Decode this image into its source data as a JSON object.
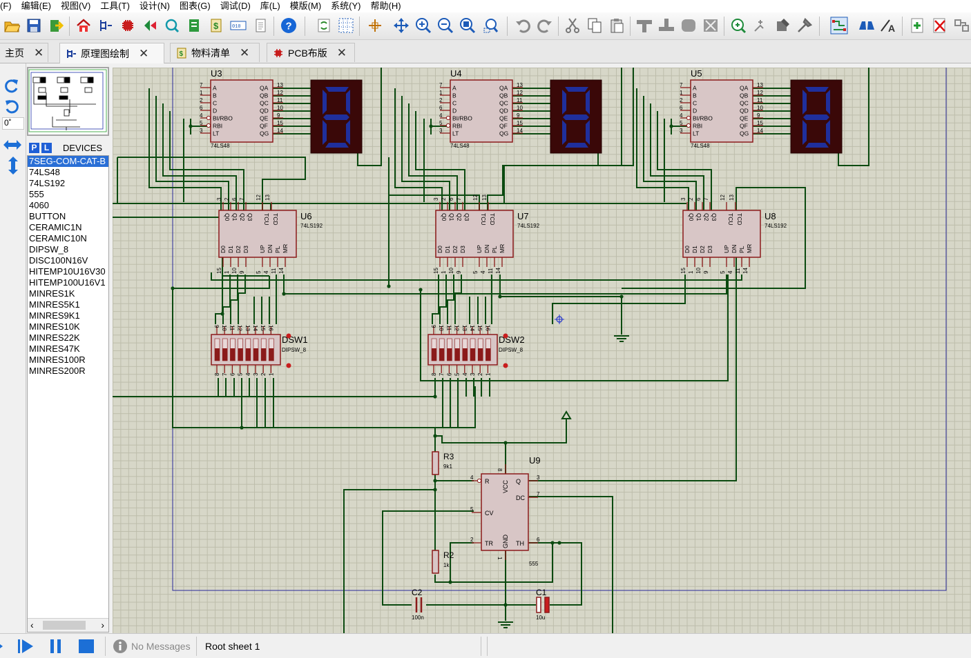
{
  "menu": [
    "(F)",
    "编辑(E)",
    "视图(V)",
    "工具(T)",
    "设计(N)",
    "图表(G)",
    "调试(D)",
    "库(L)",
    "模版(M)",
    "系统(Y)",
    "帮助(H)"
  ],
  "tabs": [
    {
      "label": "主页",
      "icon": "home-icon"
    },
    {
      "label": "原理图绘制",
      "icon": "schematic-icon"
    },
    {
      "label": "物料清单",
      "icon": "dollar-icon"
    },
    {
      "label": "PCB布版",
      "icon": "chip-icon"
    }
  ],
  "rotation": "0˚",
  "device_panel": {
    "p_label": "P",
    "l_label": "L",
    "title": "DEVICES",
    "items": [
      "7SEG-COM-CAT-B",
      "74LS48",
      "74LS192",
      "555",
      "4060",
      "BUTTON",
      "CERAMIC1N",
      "CERAMIC10N",
      "DIPSW_8",
      "DISC100N16V",
      "HITEMP10U16V30",
      "HITEMP100U16V1",
      "MINRES1K",
      "MINRES5K1",
      "MINRES9K1",
      "MINRES10K",
      "MINRES22K",
      "MINRES47K",
      "MINRES100R",
      "MINRES200R"
    ],
    "selected_index": 0
  },
  "status": {
    "messages": "No Messages",
    "sheet": "Root sheet 1"
  },
  "colors": {
    "wire": "#0b4a10",
    "chip_border": "#8b1a1a",
    "chip_fill": "#d8c6c6",
    "seg_bg": "#3a0808",
    "seg_on": "#1f2f9c",
    "selection": "#2a6fd6"
  },
  "schematic": {
    "decoders": [
      {
        "ref": "U3",
        "type": "74LS48",
        "inputs": [
          "A",
          "B",
          "C",
          "D",
          "BI/RBO",
          "RBI",
          "LT"
        ],
        "in_pins": [
          "7",
          "1",
          "2",
          "6",
          "4",
          "5",
          "3"
        ],
        "outputs": [
          "QA",
          "QB",
          "QC",
          "QD",
          "QE",
          "QF",
          "QG"
        ],
        "out_pins": [
          "13",
          "12",
          "11",
          "10",
          "9",
          "15",
          "14"
        ]
      },
      {
        "ref": "U4",
        "type": "74LS48",
        "inputs": [
          "A",
          "B",
          "C",
          "D",
          "BI/RBO",
          "RBI",
          "LT"
        ],
        "in_pins": [
          "7",
          "1",
          "2",
          "6",
          "4",
          "5",
          "3"
        ],
        "outputs": [
          "QA",
          "QB",
          "QC",
          "QD",
          "QE",
          "QF",
          "QG"
        ],
        "out_pins": [
          "13",
          "12",
          "11",
          "10",
          "9",
          "15",
          "14"
        ]
      },
      {
        "ref": "U5",
        "type": "74LS48",
        "inputs": [
          "A",
          "B",
          "C",
          "D",
          "BI/RBO",
          "RBI",
          "LT"
        ],
        "in_pins": [
          "7",
          "1",
          "2",
          "6",
          "4",
          "5",
          "3"
        ],
        "outputs": [
          "QA",
          "QB",
          "QC",
          "QD",
          "QE",
          "QF",
          "QG"
        ],
        "out_pins": [
          "13",
          "12",
          "11",
          "10",
          "9",
          "15",
          "14"
        ]
      }
    ],
    "counters": [
      {
        "ref": "U6",
        "type": "74LS192",
        "top_labels": [
          "Q0",
          "Q1",
          "Q2",
          "Q3",
          "TCU",
          "TCD"
        ],
        "top_pins": [
          "3",
          "2",
          "6",
          "7",
          "12",
          "13"
        ],
        "bottom_labels": [
          "D0",
          "D1",
          "D2",
          "D3",
          "UP",
          "DN",
          "PL",
          "MR"
        ],
        "bottom_pins": [
          "15",
          "1",
          "10",
          "9",
          "5",
          "4",
          "11",
          "14"
        ]
      },
      {
        "ref": "U7",
        "type": "74LS192",
        "top_labels": [
          "Q0",
          "Q1",
          "Q2",
          "Q3",
          "TCU",
          "TCD"
        ],
        "top_pins": [
          "3",
          "2",
          "6",
          "7",
          "12",
          "13"
        ],
        "bottom_labels": [
          "D0",
          "D1",
          "D2",
          "D3",
          "UP",
          "DN",
          "PL",
          "MR"
        ],
        "bottom_pins": [
          "15",
          "1",
          "10",
          "9",
          "5",
          "4",
          "11",
          "14"
        ]
      },
      {
        "ref": "U8",
        "type": "74LS192",
        "top_labels": [
          "Q0",
          "Q1",
          "Q2",
          "Q3",
          "TCU",
          "TCD"
        ],
        "top_pins": [
          "3",
          "2",
          "6",
          "7",
          "12",
          "13"
        ],
        "bottom_labels": [
          "D0",
          "D1",
          "D2",
          "D3",
          "UP",
          "DN",
          "PL",
          "MR"
        ],
        "bottom_pins": [
          "15",
          "1",
          "10",
          "9",
          "5",
          "4",
          "11",
          "14"
        ]
      }
    ],
    "dipswitches": [
      {
        "ref": "DSW1",
        "type": "DIPSW_8",
        "top_pins": [
          "9",
          "10",
          "11",
          "12",
          "13",
          "14",
          "15",
          "16"
        ],
        "bottom_pins": [
          "8",
          "7",
          "6",
          "5",
          "4",
          "3",
          "2",
          "1"
        ]
      },
      {
        "ref": "DSW2",
        "type": "DIPSW_8",
        "top_pins": [
          "9",
          "10",
          "11",
          "12",
          "13",
          "14",
          "15",
          "16"
        ],
        "bottom_pins": [
          "8",
          "7",
          "6",
          "5",
          "4",
          "3",
          "2",
          "1"
        ]
      }
    ],
    "timer": {
      "ref": "U9",
      "type": "555",
      "pins": {
        "R": "4",
        "VCC": "8",
        "Q": "3",
        "DC": "7",
        "CV": "5",
        "TR": "2",
        "GND": "1",
        "TH": "6"
      }
    },
    "resistors": [
      {
        "ref": "R3",
        "value": "9k1"
      },
      {
        "ref": "R2",
        "value": "1k"
      }
    ],
    "capacitors": [
      {
        "ref": "C2",
        "value": "100n"
      },
      {
        "ref": "C1",
        "value": "10u"
      }
    ]
  }
}
